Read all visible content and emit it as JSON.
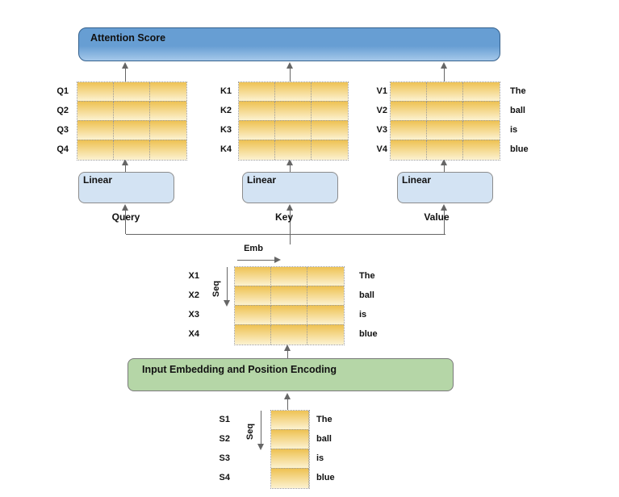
{
  "diagram": {
    "attention": {
      "label": "Attention Score"
    },
    "q": {
      "row_labels": [
        "Q1",
        "Q2",
        "Q3",
        "Q4"
      ],
      "linear_label": "Linear",
      "branch_label": "Query"
    },
    "k": {
      "row_labels": [
        "K1",
        "K2",
        "K3",
        "K4"
      ],
      "linear_label": "Linear",
      "branch_label": "Key"
    },
    "v": {
      "row_labels": [
        "V1",
        "V2",
        "V3",
        "V4"
      ],
      "linear_label": "Linear",
      "branch_label": "Value",
      "word_labels": [
        "The",
        "ball",
        "is",
        "blue"
      ]
    },
    "x": {
      "row_labels": [
        "X1",
        "X2",
        "X3",
        "X4"
      ],
      "word_labels": [
        "The",
        "ball",
        "is",
        "blue"
      ],
      "emb_axis_label": "Emb",
      "seq_axis_label": "Seq"
    },
    "embedding": {
      "label": "Input Embedding and Position Encoding"
    },
    "s": {
      "row_labels": [
        "S1",
        "S2",
        "S3",
        "S4"
      ],
      "word_labels": [
        "The",
        "ball",
        "is",
        "blue"
      ],
      "seq_axis_label": "Seq"
    },
    "colors": {
      "attention_fill_top": "#679ed3",
      "attention_fill_bottom": "#a5c8ea",
      "attention_border": "#35618d",
      "linear_fill": "#d3e3f3",
      "linear_border": "#8c8c8c",
      "embedding_fill": "#b5d6a7",
      "embedding_border": "#7a7a7a",
      "cell_fill_top": "#eec253",
      "cell_fill_bottom": "#fcf2d0",
      "cell_border": "#999999",
      "connector": "#666666"
    }
  }
}
